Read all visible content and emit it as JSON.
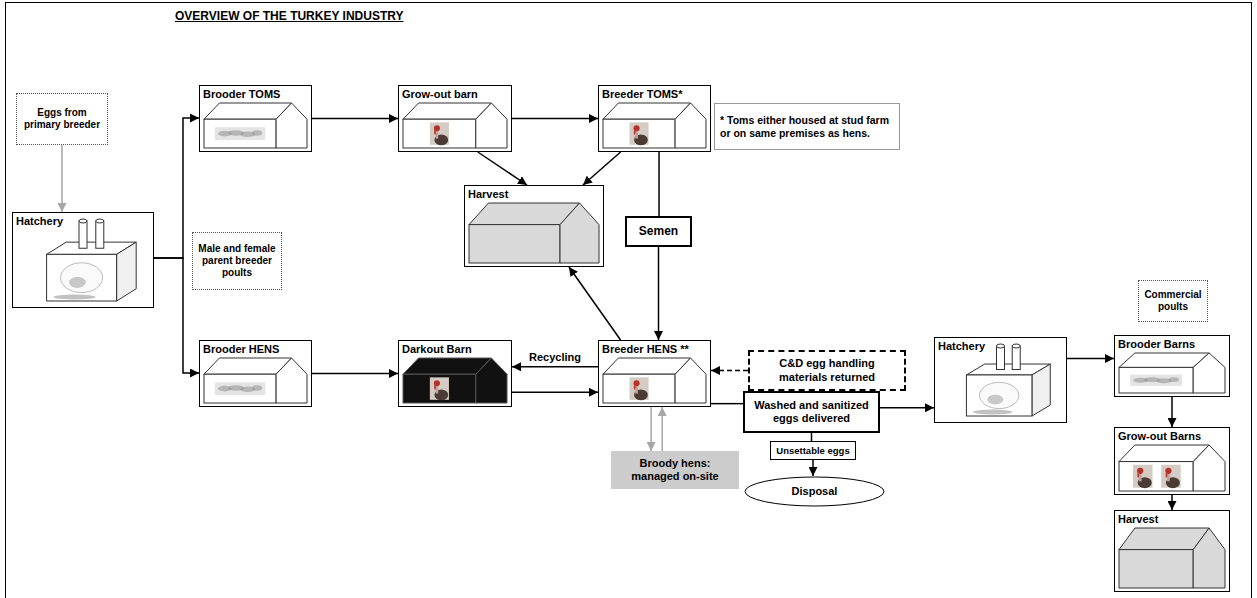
{
  "diagram": {
    "title": "OVERVIEW OF THE TURKEY INDUSTRY",
    "nodes": [
      {
        "text": [
          "Eggs from primary breeder"
        ]
      },
      {
        "text": [
          "Hatchery"
        ]
      },
      {
        "text": [
          "Brooder TOMS"
        ]
      },
      {
        "text": [
          "Grow-out barn"
        ]
      },
      {
        "text": [
          "Breeder TOMS*"
        ]
      },
      {
        "text": [
          "* Toms either housed at stud farm or on same premises as hens."
        ]
      },
      {
        "text": [
          "Male and female parent breeder poults"
        ]
      },
      {
        "text": [
          "Harvest"
        ]
      },
      {
        "text": [
          "Semen"
        ]
      },
      {
        "text": [
          "Brooder HENS"
        ]
      },
      {
        "text": [
          "Darkout Barn"
        ]
      },
      {
        "text": [
          "Breeder HENS **"
        ]
      },
      {
        "text": [
          "C&D egg handling materials returned"
        ]
      },
      {
        "text": [
          "Washed and sanitized eggs delivered"
        ]
      },
      {
        "text": [
          "Hatchery"
        ]
      },
      {
        "text": [
          "Commercial poults"
        ]
      },
      {
        "text": [
          "Brooder Barns"
        ]
      },
      {
        "text": [
          "Grow-out Barns"
        ]
      },
      {
        "text": [
          "Harvest"
        ]
      },
      {
        "text": [
          "Broody hens: managed on-site"
        ]
      },
      {
        "text": [
          "Unsettable eggs"
        ]
      },
      {
        "text": [
          "Disposal"
        ]
      }
    ],
    "edges": [
      {
        "from": 0,
        "to": 1,
        "arrow": "to"
      },
      {
        "from": 1,
        "to": 2,
        "arrow": "to"
      },
      {
        "from": 1,
        "to": 9,
        "arrow": "to"
      },
      {
        "from": 2,
        "to": 3,
        "arrow": "to"
      },
      {
        "from": 3,
        "to": 4,
        "arrow": "to"
      },
      {
        "from": 3,
        "to": 7,
        "arrow": "to"
      },
      {
        "from": 4,
        "to": 7,
        "arrow": "to"
      },
      {
        "from": 4,
        "to": 8,
        "arrow": "none"
      },
      {
        "from": 8,
        "to": 11,
        "arrow": "to"
      },
      {
        "from": 11,
        "to": 7,
        "arrow": "to"
      },
      {
        "from": 9,
        "to": 10,
        "arrow": "to"
      },
      {
        "from": 10,
        "to": 11,
        "arrow": "to"
      },
      {
        "from": 11,
        "to": 10,
        "label": "Recycling",
        "arrow": "to"
      },
      {
        "from": 11,
        "to": 13,
        "arrow": "none"
      },
      {
        "from": 13,
        "to": 14,
        "arrow": "to"
      },
      {
        "from": 12,
        "to": 11,
        "arrow": "to"
      },
      {
        "from": 11,
        "to": 19,
        "arrow": "to"
      },
      {
        "from": 19,
        "to": 11,
        "arrow": "to"
      },
      {
        "from": 13,
        "to": 20,
        "arrow": "none"
      },
      {
        "from": 20,
        "to": 21,
        "arrow": "to"
      },
      {
        "from": 14,
        "to": 16,
        "arrow": "to"
      },
      {
        "from": 16,
        "to": 17,
        "arrow": "to"
      },
      {
        "from": 17,
        "to": 18,
        "arrow": "to"
      }
    ]
  }
}
